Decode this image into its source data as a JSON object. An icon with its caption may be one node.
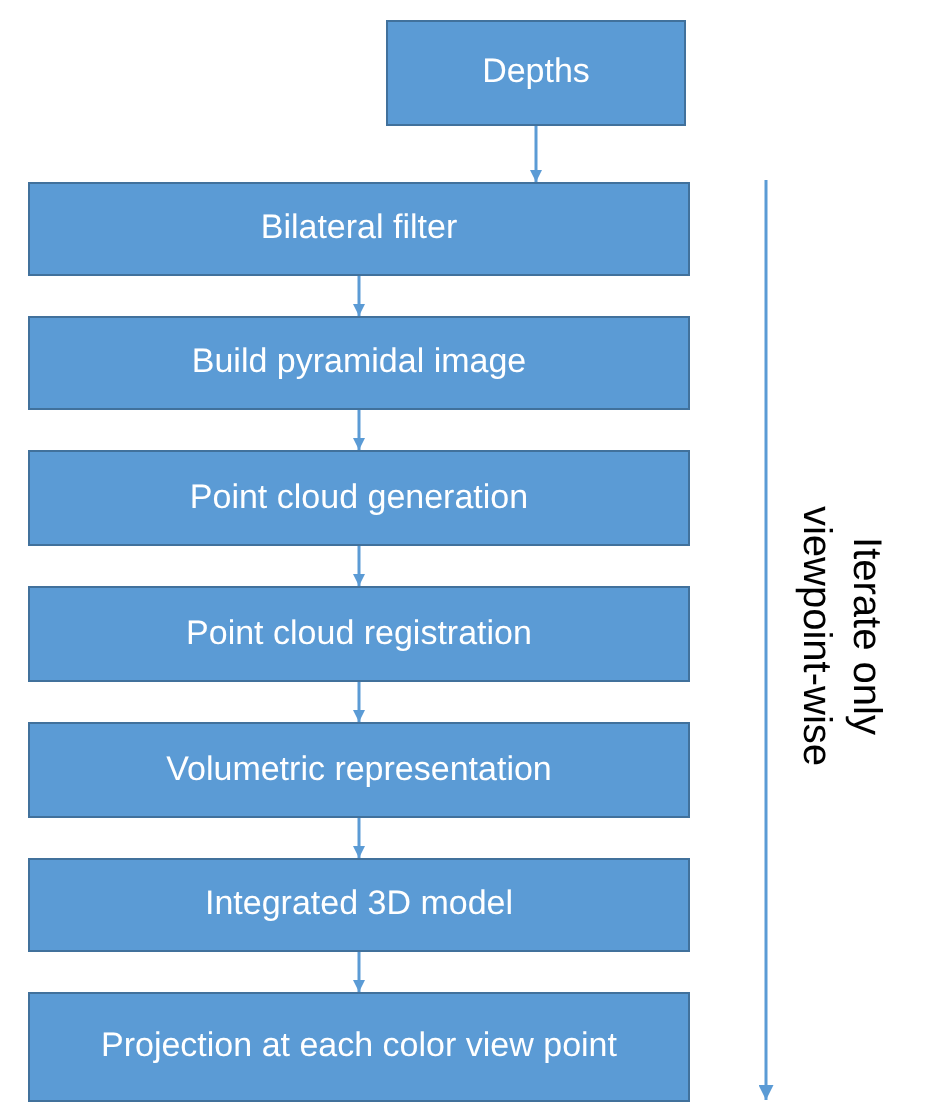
{
  "diagram": {
    "nodes": [
      {
        "text": [
          "Depths"
        ]
      },
      {
        "text": [
          "Bilateral filter"
        ]
      },
      {
        "text": [
          "Build pyramidal image"
        ]
      },
      {
        "text": [
          "Point cloud generation"
        ]
      },
      {
        "text": [
          "Point cloud registration"
        ]
      },
      {
        "text": [
          "Volumetric representation"
        ]
      },
      {
        "text": [
          "Integrated 3D model"
        ]
      },
      {
        "text": [
          "Projection at each color view point"
        ]
      }
    ],
    "edges": [
      {
        "from": 0,
        "to": 1,
        "arrow": "to"
      },
      {
        "from": 1,
        "to": 2,
        "arrow": "to"
      },
      {
        "from": 2,
        "to": 3,
        "arrow": "to"
      },
      {
        "from": 3,
        "to": 4,
        "arrow": "to"
      },
      {
        "from": 4,
        "to": 5,
        "arrow": "to"
      },
      {
        "from": 5,
        "to": 6,
        "arrow": "to"
      },
      {
        "from": 6,
        "to": 7,
        "arrow": "to"
      }
    ],
    "labels": [
      "Iterate only viewpoint-wise"
    ]
  }
}
